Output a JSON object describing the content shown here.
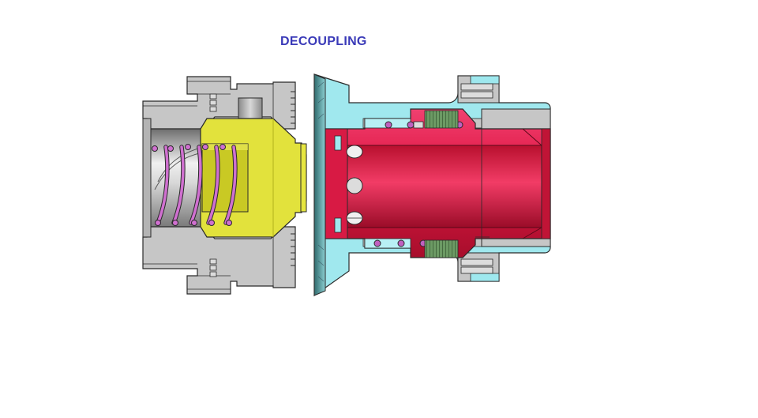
{
  "diagram": {
    "title": "DECOUPLING",
    "colors": {
      "title": "#3a3ab8",
      "housing": "#c8c8c8",
      "housing_dark": "#9c9c9c",
      "outline": "#2a2a2a",
      "poppet": "#e0e03c",
      "poppet_dark": "#b8b820",
      "spring": "#cc66cc",
      "nipple_body": "#9ee8ee",
      "nipple_dark": "#5cc6cc",
      "sleeve": "#e0204a",
      "sleeve_dark": "#a8102e",
      "thread": "#4c7a44"
    },
    "parts": {
      "left": [
        "female-housing",
        "yellow-poppet",
        "compression-spring",
        "bore-shadow"
      ],
      "right": [
        "male-body",
        "red-sleeve",
        "ball-ring",
        "thread-insert"
      ]
    }
  }
}
